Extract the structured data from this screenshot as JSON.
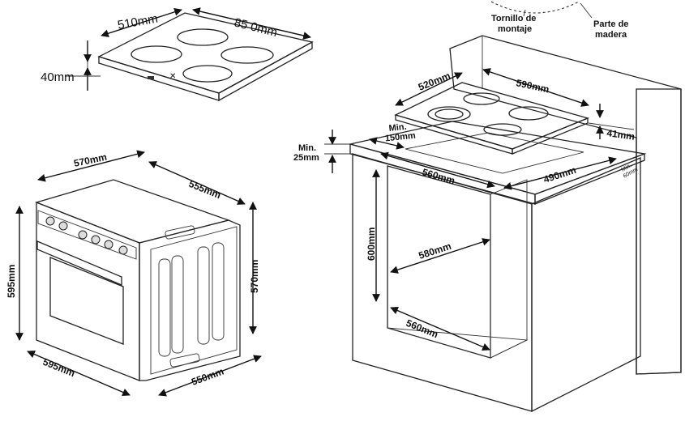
{
  "title": "",
  "hob": {
    "width": "510mm",
    "depth": "85 0mm",
    "height": "40mm"
  },
  "oven": {
    "width": "570mm",
    "depth": "555mm",
    "height_front": "595mm",
    "height_side": "570mm",
    "bottom_width": "595mm",
    "bottom_depth": "550mm"
  },
  "cabinet": {
    "hob_depth": "520mm",
    "hob_width": "590mm",
    "hob_thickness": "41mm",
    "min_front": "Min.\n150mm",
    "min_top": "Min.\n25mm",
    "cutout_width": "560mm",
    "cutout_depth": "490mm",
    "min_side": "Min.\n60mm",
    "niche_height": "600mm",
    "niche_depth": "580mm",
    "niche_width": "560mm"
  },
  "detail": {
    "screw_label": "Tornillo de\nmontaje",
    "wood_label": "Parte de\nmadera"
  },
  "colors": {
    "line": "#222222",
    "background": "#ffffff"
  }
}
